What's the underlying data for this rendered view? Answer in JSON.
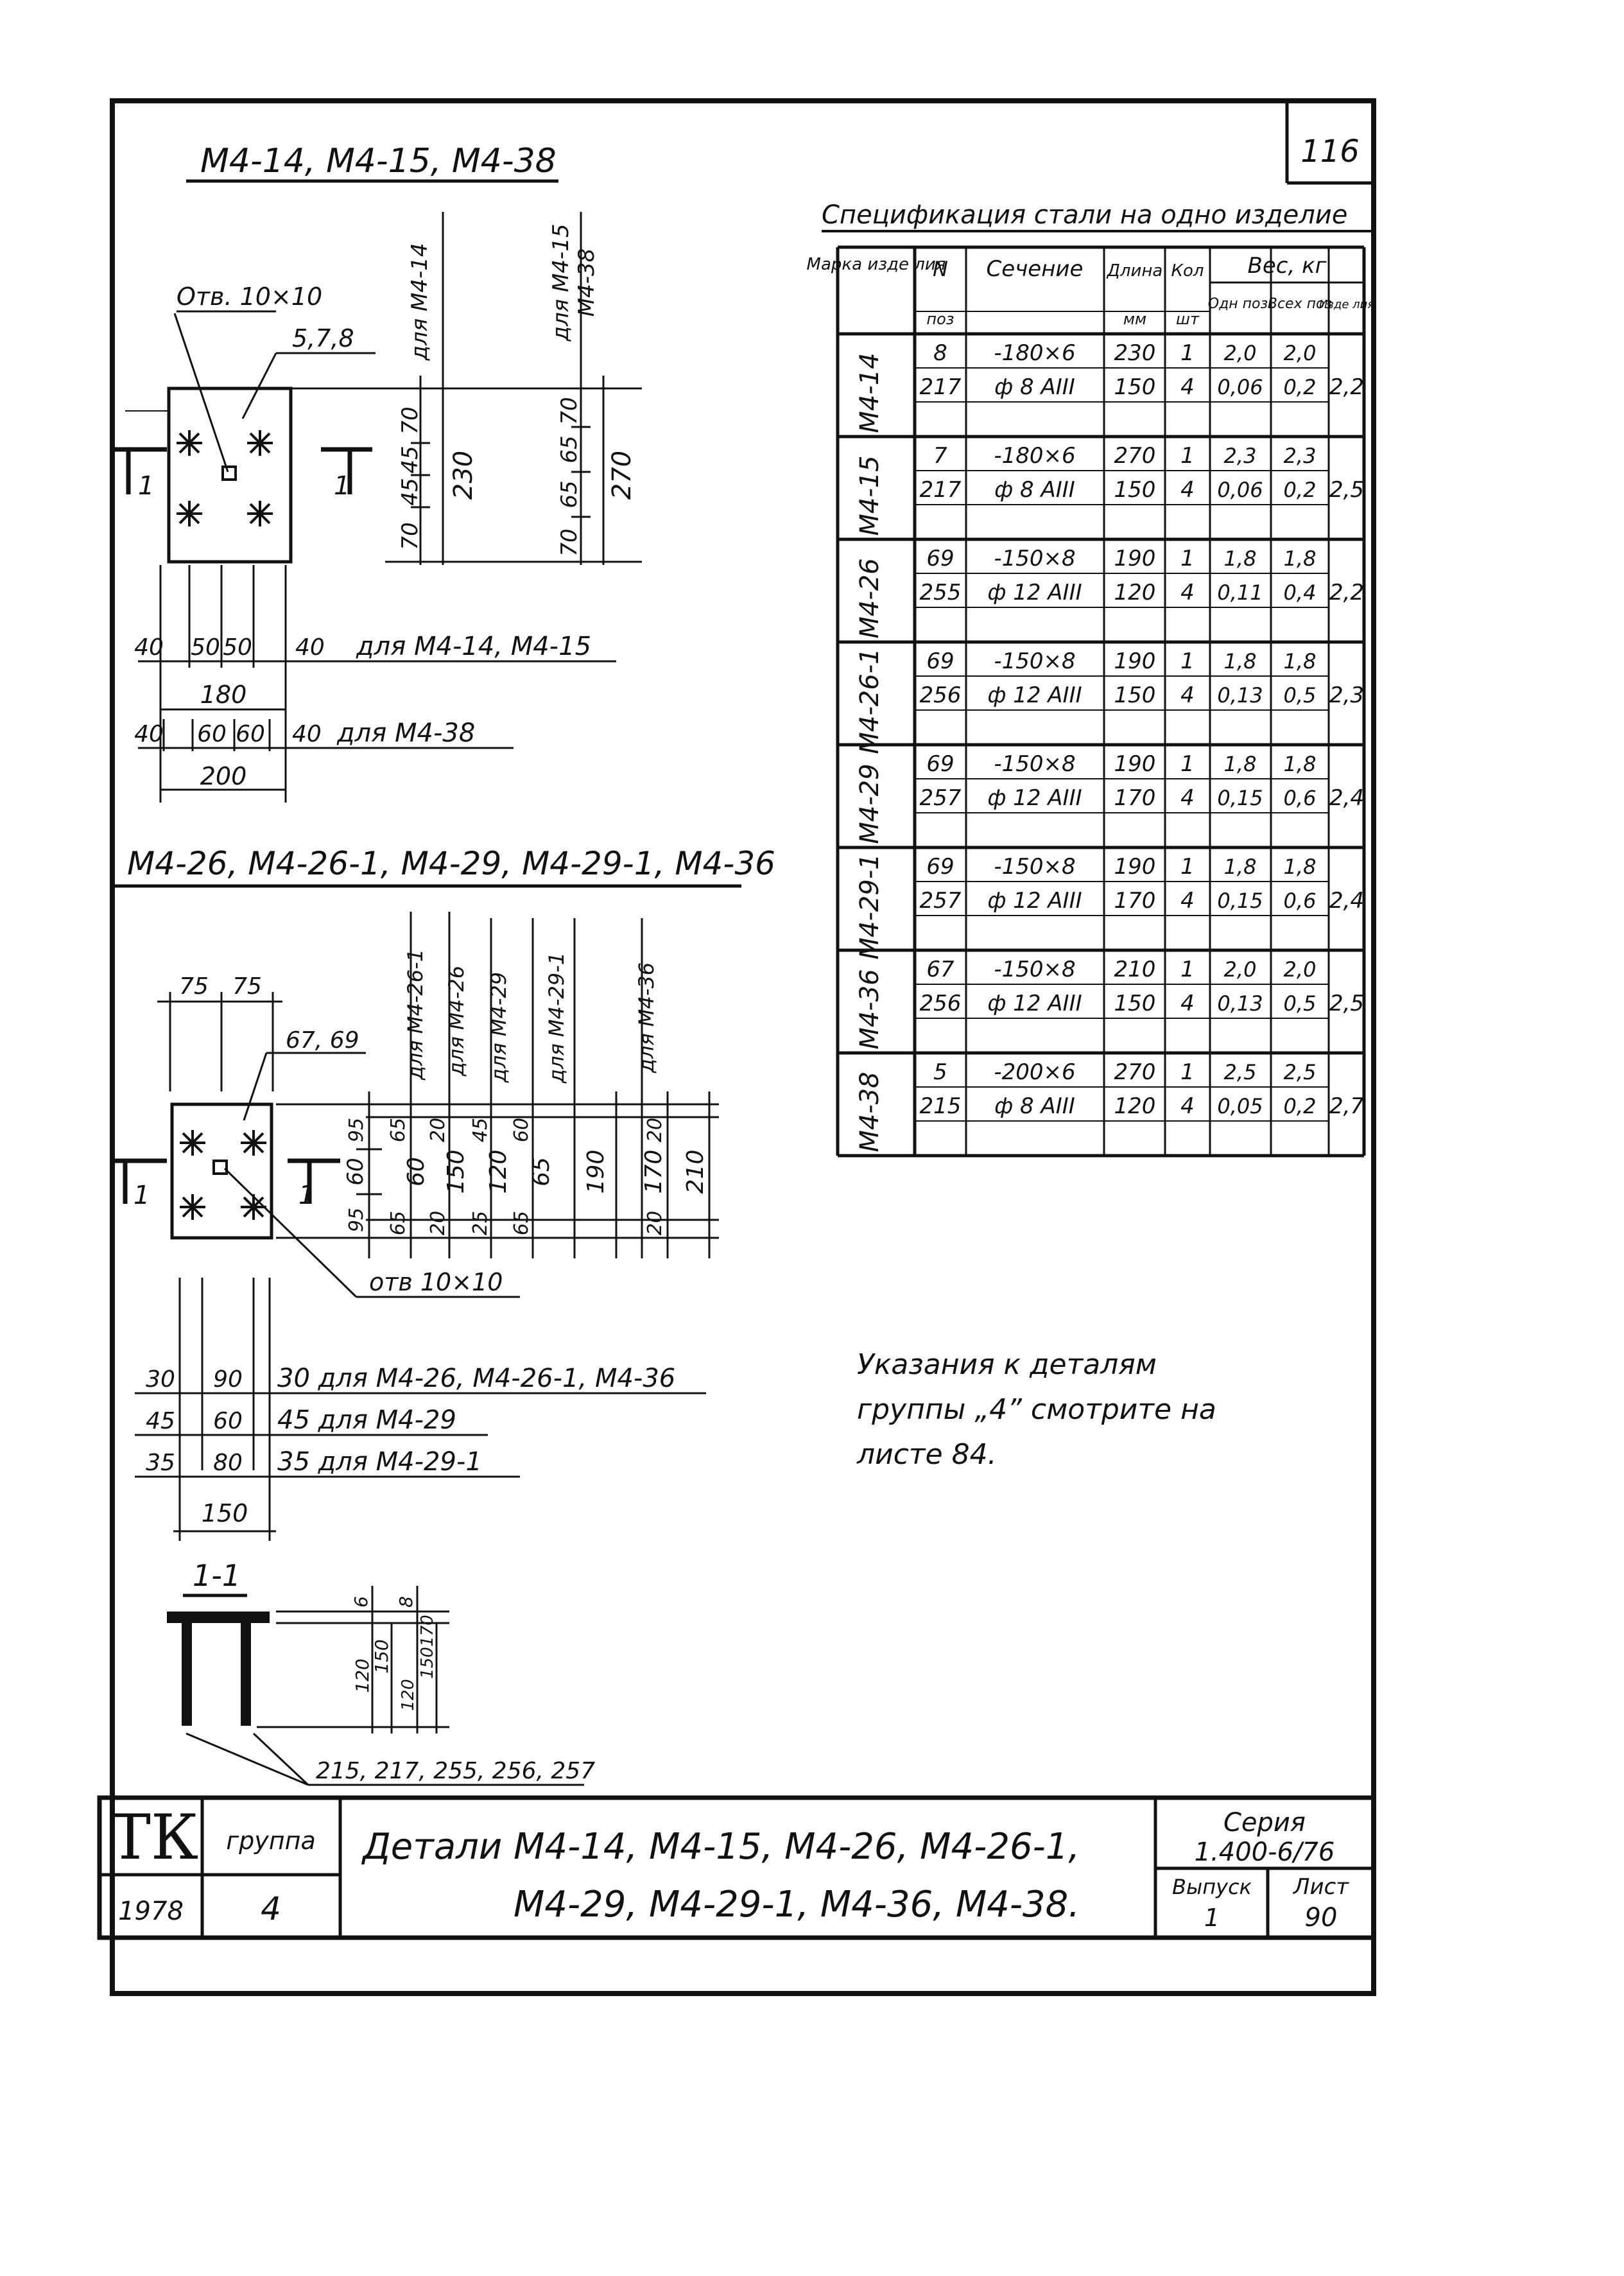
{
  "page_number": "116",
  "section1": {
    "title": "М4-14, М4-15, М4-38",
    "hole_label": "Отв. 10×10",
    "pos_label": "5,7,8",
    "cut_mark": "1",
    "vert_label_a": "для М4-14",
    "vert_label_b": "для М4-15",
    "vert_label_c": "М4-38",
    "dims_v1": [
      "70",
      "45",
      "45",
      "70"
    ],
    "dim_v1_total": "230",
    "dims_v2": [
      "70",
      "65",
      "65",
      "70"
    ],
    "dim_v2_total": "270",
    "row1": {
      "dims": [
        "40",
        "50",
        "50",
        "40"
      ],
      "note": "для М4-14, М4-15",
      "total": "180"
    },
    "row2": {
      "dims": [
        "40",
        "60",
        "60",
        "40"
      ],
      "note": "для М4-38",
      "total": "200"
    }
  },
  "section2": {
    "title": "М4-26, М4-26-1, М4-29, М4-29-1, М4-36",
    "top_dims": [
      "75",
      "75"
    ],
    "pos_label": "67, 69",
    "hole_label": "отв 10×10",
    "cut_mark": "1",
    "vert_labels": [
      "для М4-26-1",
      "для М4-26",
      "для М4-29",
      "для М4-29-1",
      "для М4-36"
    ],
    "dims_left": [
      "95",
      "60",
      "95"
    ],
    "dim_cols": [
      [
        "65",
        "60",
        "65"
      ],
      [
        "20",
        "150",
        "20"
      ],
      [
        "45",
        "120",
        "25"
      ],
      [
        "60",
        "65",
        "65"
      ],
      [
        "190"
      ],
      [
        "20",
        "170",
        "20"
      ],
      [
        "210"
      ]
    ],
    "rows": [
      {
        "dims": [
          "30",
          "90"
        ],
        "note": "30 для М4-26, М4-26-1, М4-36"
      },
      {
        "dims": [
          "45",
          "60"
        ],
        "note": "45 для М4-29"
      },
      {
        "dims": [
          "35",
          "80"
        ],
        "note": "35 для М4-29-1"
      }
    ],
    "total": "150"
  },
  "section3": {
    "title": "1-1",
    "dims_a": [
      "6",
      "120",
      "150"
    ],
    "dims_b": [
      "8",
      "120",
      "150",
      "170"
    ],
    "pos_label": "215, 217, 255, 256, 257"
  },
  "spec_table": {
    "caption": "Спецификация стали на одно изделие",
    "headers": {
      "marka": "Марка изде лия",
      "n": "N",
      "n_sub": "поз",
      "sechenie": "Сечение",
      "dlina": "Длина",
      "dlina_sub": "мм",
      "kol": "Кол",
      "kol_sub": "шт",
      "ves": "Вес, кг",
      "odn": "Одн поз.",
      "vseh": "Всех поз",
      "izd": "Изде лия"
    },
    "groups": [
      {
        "marka": "М4-14",
        "total": "2,2",
        "rows": [
          {
            "n": "8",
            "sec": "-180×6",
            "len": "230",
            "qty": "1",
            "one": "2,0",
            "all": "2,0"
          },
          {
            "n": "217",
            "sec": "ф 8 АIII",
            "len": "150",
            "qty": "4",
            "one": "0,06",
            "all": "0,2"
          }
        ]
      },
      {
        "marka": "М4-15",
        "total": "2,5",
        "rows": [
          {
            "n": "7",
            "sec": "-180×6",
            "len": "270",
            "qty": "1",
            "one": "2,3",
            "all": "2,3"
          },
          {
            "n": "217",
            "sec": "ф 8 АIII",
            "len": "150",
            "qty": "4",
            "one": "0,06",
            "all": "0,2"
          }
        ]
      },
      {
        "marka": "М4-26",
        "total": "2,2",
        "rows": [
          {
            "n": "69",
            "sec": "-150×8",
            "len": "190",
            "qty": "1",
            "one": "1,8",
            "all": "1,8"
          },
          {
            "n": "255",
            "sec": "ф 12 АIII",
            "len": "120",
            "qty": "4",
            "one": "0,11",
            "all": "0,4"
          }
        ]
      },
      {
        "marka": "М4-26-1",
        "total": "2,3",
        "rows": [
          {
            "n": "69",
            "sec": "-150×8",
            "len": "190",
            "qty": "1",
            "one": "1,8",
            "all": "1,8"
          },
          {
            "n": "256",
            "sec": "ф 12 АIII",
            "len": "150",
            "qty": "4",
            "one": "0,13",
            "all": "0,5"
          }
        ]
      },
      {
        "marka": "М4-29",
        "total": "2,4",
        "rows": [
          {
            "n": "69",
            "sec": "-150×8",
            "len": "190",
            "qty": "1",
            "one": "1,8",
            "all": "1,8"
          },
          {
            "n": "257",
            "sec": "ф 12 АIII",
            "len": "170",
            "qty": "4",
            "one": "0,15",
            "all": "0,6"
          }
        ]
      },
      {
        "marka": "М4-29-1",
        "total": "2,4",
        "rows": [
          {
            "n": "69",
            "sec": "-150×8",
            "len": "190",
            "qty": "1",
            "one": "1,8",
            "all": "1,8"
          },
          {
            "n": "257",
            "sec": "ф 12 АIII",
            "len": "170",
            "qty": "4",
            "one": "0,15",
            "all": "0,6"
          }
        ]
      },
      {
        "marka": "М4-36",
        "total": "2,5",
        "rows": [
          {
            "n": "67",
            "sec": "-150×8",
            "len": "210",
            "qty": "1",
            "one": "2,0",
            "all": "2,0"
          },
          {
            "n": "256",
            "sec": "ф 12 АIII",
            "len": "150",
            "qty": "4",
            "one": "0,13",
            "all": "0,5"
          }
        ]
      },
      {
        "marka": "М4-38",
        "total": "2,7",
        "rows": [
          {
            "n": "5",
            "sec": "-200×6",
            "len": "270",
            "qty": "1",
            "one": "2,5",
            "all": "2,5"
          },
          {
            "n": "215",
            "sec": "ф 8 АIII",
            "len": "120",
            "qty": "4",
            "one": "0,05",
            "all": "0,2"
          }
        ]
      }
    ]
  },
  "note": [
    "Указания к деталям",
    "группы „4” смотрите на",
    "листе 84."
  ],
  "title_block": {
    "logo": "ТК",
    "year": "1978",
    "group_label": "группа",
    "group_value": "4",
    "title_line1": "Детали М4-14, М4-15, М4-26, М4-26-1,",
    "title_line2": "М4-29, М4-29-1, М4-36, М4-38.",
    "series_label": "Серия",
    "series_value": "1.400-6/76",
    "issue_label": "Выпуск",
    "issue_value": "1",
    "sheet_label": "Лист",
    "sheet_value": "90"
  }
}
